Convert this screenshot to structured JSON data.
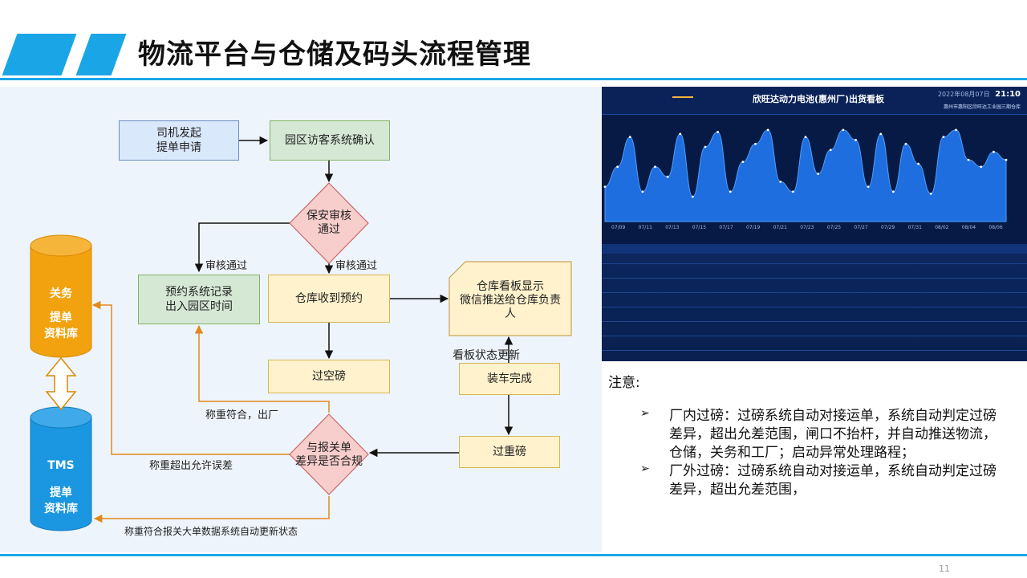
{
  "title": "物流平台与仓储及码头流程管理",
  "page_number": "11",
  "colors": {
    "accent": "#1aa6e6",
    "cyl_orange": "#f2a20f",
    "cyl_blue": "#1a97e0",
    "diamond": "#f8cecc"
  },
  "flow": {
    "driver": "司机发起\n提单申请",
    "visitor": "园区访客系统确认",
    "guard": "保安审核\n通过",
    "booking_log": "预约系统记录\n出入园区时间",
    "warehouse_rx": "仓库收到预约",
    "board_notify": "仓库看板显示\n微信推送给仓库负责\n人",
    "empty_weigh": "过空磅",
    "loading_done": "装车完成",
    "heavy_weigh": "过重磅",
    "compare": "与报关单\n差异是否合规",
    "customs_title": "关务",
    "customs_sub": "提单\n资料库",
    "tms_title": "TMS",
    "tms_sub": "提单\n资料库"
  },
  "edge_labels": {
    "pass_left": "审核通过",
    "pass_down": "审核通过",
    "board_update": "看板状态更新",
    "weight_ok": "称重符合，出厂",
    "weight_over": "称重超出允许误差",
    "auto_update": "称重符合报关大单数据系统自动更新状态"
  },
  "dashboard": {
    "title": "欣旺达动力电池(惠州厂)出货看板",
    "date": "2022年08月07日",
    "time": "21:10",
    "location": "惠州市惠阳区欣旺达工业园三期仓库",
    "x_labels": [
      "07/09",
      "07/11",
      "07/13",
      "07/15",
      "07/17",
      "07/19",
      "07/21",
      "07/23",
      "07/25",
      "07/27",
      "07/29",
      "07/31",
      "08/02",
      "08/04",
      "08/06"
    ],
    "wave_values": [
      0.35,
      0.55,
      0.85,
      0.3,
      0.55,
      0.45,
      0.88,
      0.25,
      0.75,
      0.9,
      0.3,
      0.6,
      0.78,
      0.92,
      0.4,
      0.3,
      0.85,
      0.48,
      0.72,
      0.92,
      0.82,
      0.35,
      0.88,
      0.3,
      0.78,
      0.58,
      0.28,
      0.85,
      0.92,
      0.62,
      0.55,
      0.7,
      0.62
    ]
  },
  "notes": {
    "heading": "注意:",
    "items": [
      "厂内过磅：过磅系统自动对接运单，系统自动判定过磅差异，超出允差范围，闸口不抬杆，并自动推送物流，仓储，关务和工厂；启动异常处理路程；",
      "厂外过磅：过磅系统自动对接运单，系统自动判定过磅差异，超出允差范围，"
    ]
  }
}
